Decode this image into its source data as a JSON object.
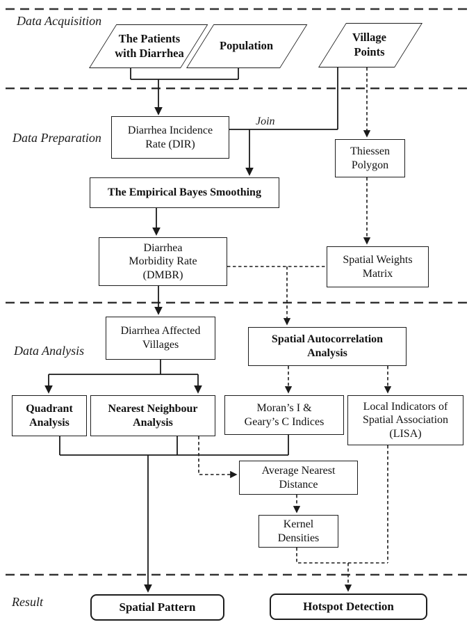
{
  "sections": {
    "acquisition": "Data Acquisition",
    "preparation": "Data Preparation",
    "analysis": "Data Analysis",
    "result": "Result"
  },
  "labels": {
    "join": "Join"
  },
  "nodes": {
    "patients": "The Patients\nwith Diarrhea",
    "population": "Population",
    "village_points": "Village\nPoints",
    "dir": "Diarrhea Incidence\nRate (DIR)",
    "thiessen": "Thiessen\nPolygon",
    "ebs": "The Empirical Bayes Smoothing",
    "dmbr": "Diarrhea\nMorbidity Rate\n(DMBR)",
    "swm": "Spatial Weights\nMatrix",
    "dav": "Diarrhea Affected\nVillages",
    "saa": "Spatial Autocorrelation\nAnalysis",
    "quadrant": "Quadrant\nAnalysis",
    "nna": "Nearest Neighbour\nAnalysis",
    "moran": "Moran’s I &\nGeary’s C Indices",
    "lisa": "Local Indicators of\nSpatial Association\n(LISA)",
    "avg_nearest": "Average Nearest\nDistance",
    "kernel": "Kernel\nDensities",
    "spatial_pattern": "Spatial Pattern",
    "hotspot": "Hotspot Detection"
  },
  "colors": {
    "line": "#1a1a1a",
    "text": "#111111",
    "background": "#ffffff"
  }
}
